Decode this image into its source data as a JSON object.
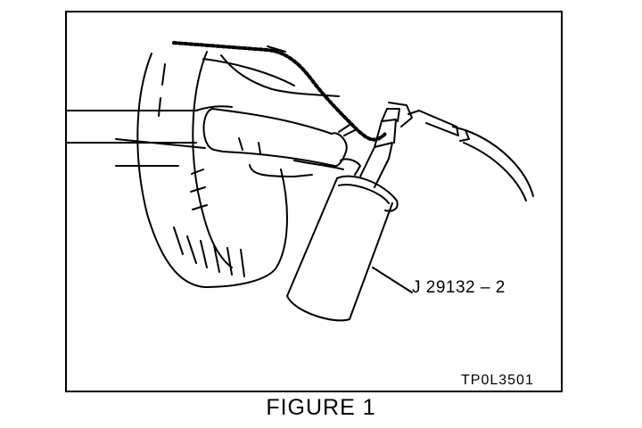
{
  "figure": {
    "part_label": "J 29132 – 2",
    "code": "TP0L3501",
    "caption": "FIGURE 1"
  },
  "icons": [
    "wheel-icon",
    "axle-icon",
    "bleeder-tool-icon",
    "hose-icon",
    "brake-line-icon"
  ]
}
